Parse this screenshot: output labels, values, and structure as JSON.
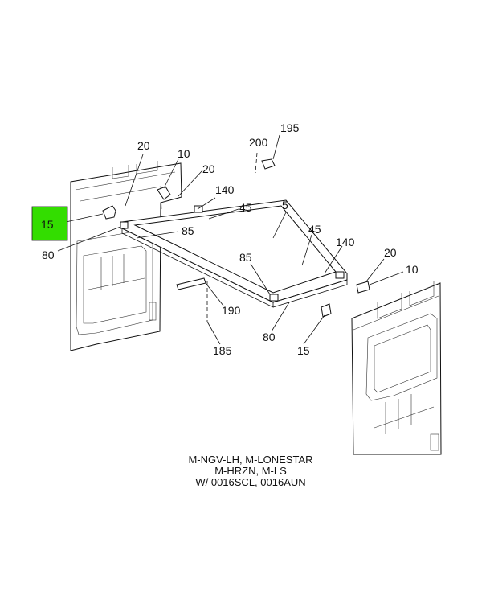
{
  "diagram": {
    "highlight_color": "#33dd00",
    "callouts": {
      "c195": "195",
      "c200": "200",
      "c20_top": "20",
      "c10_top": "10",
      "c20_mid": "20",
      "c140_top": "140",
      "c45_top": "45",
      "c5": "5",
      "c15_highlight": "15",
      "c85_left": "85",
      "c80_left": "80",
      "c45_right": "45",
      "c140_right": "140",
      "c20_right": "20",
      "c10_right": "10",
      "c85_mid": "85",
      "c190": "190",
      "c80_bottom": "80",
      "c15_bottom": "15",
      "c185": "185"
    },
    "caption": {
      "line1": "M-NGV-LH, M-LONESTAR",
      "line2": "M-HRZN, M-LS",
      "line3": "W/ 0016SCL, 0016AUN"
    }
  }
}
